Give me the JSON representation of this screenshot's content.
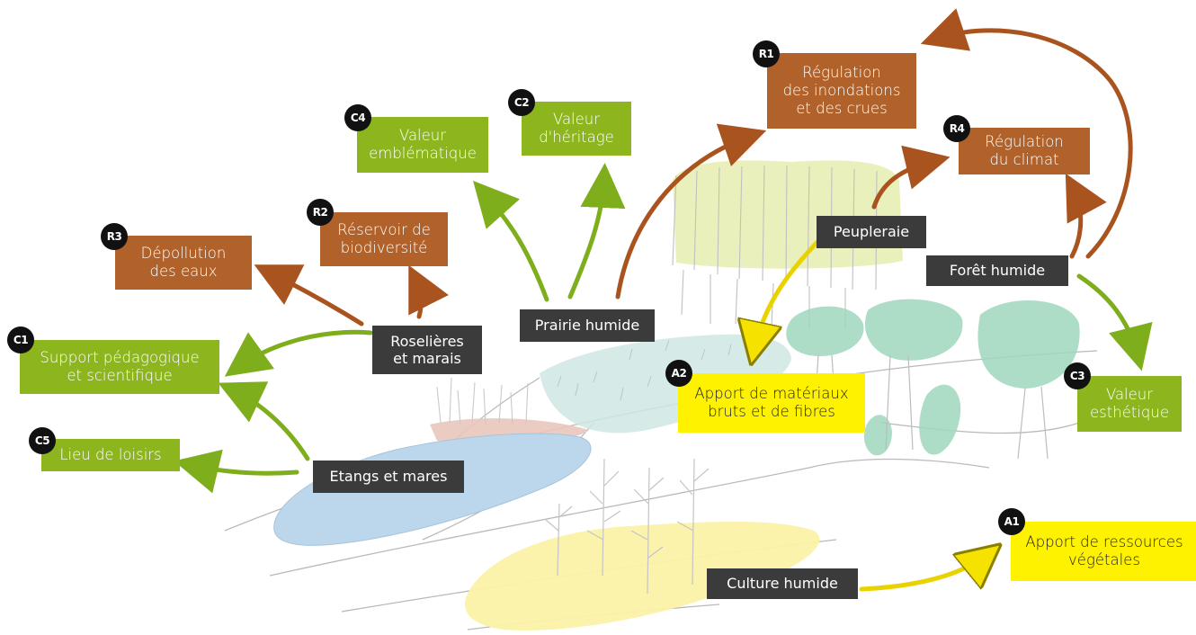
{
  "services": {
    "r1": {
      "code": "R1",
      "text": "Régulation\ndes inondations\net des crues"
    },
    "r2": {
      "code": "R2",
      "text": "Réservoir de\nbiodiversité"
    },
    "r3": {
      "code": "R3",
      "text": "Dépollution\ndes eaux"
    },
    "r4": {
      "code": "R4",
      "text": "Régulation\ndu climat"
    },
    "c1": {
      "code": "C1",
      "text": "Support pédagogique\net scientifique"
    },
    "c2": {
      "code": "C2",
      "text": "Valeur\nd'héritage"
    },
    "c3": {
      "code": "C3",
      "text": "Valeur\nesthétique"
    },
    "c4": {
      "code": "C4",
      "text": "Valeur\nemblématique"
    },
    "c5": {
      "code": "C5",
      "text": "Lieu de loisirs"
    },
    "a1": {
      "code": "A1",
      "text": "Apport de ressources\nvégétales"
    },
    "a2": {
      "code": "A2",
      "text": "Apport de matériaux\nbruts et de fibres"
    }
  },
  "ecosystems": {
    "peupleraie": "Peupleraie",
    "foret_humide": "Forêt humide",
    "prairie_humide": "Prairie humide",
    "roselieres": "Roselières\net marais",
    "etangs": "Etangs et mares",
    "culture": "Culture humide"
  },
  "colors": {
    "regulation": "#b0622a",
    "culturel": "#8db51e",
    "approvisionnement": "#fff200",
    "ecosystem_label": "#3b3b3b",
    "badge": "#111111"
  }
}
